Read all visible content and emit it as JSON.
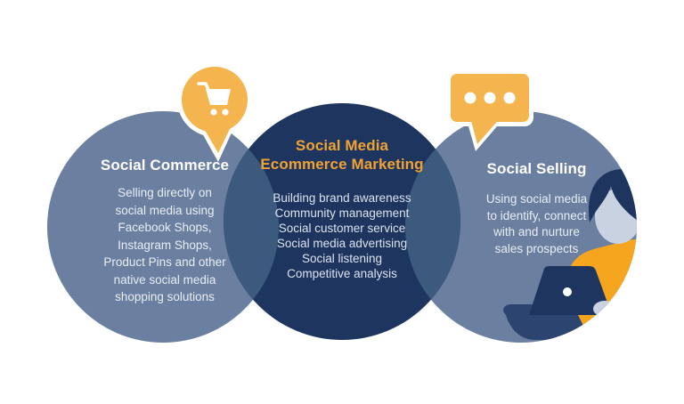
{
  "colors": {
    "side_circle": "#6B7FA0",
    "center_circle": "#1E355F",
    "overlap": "#3C597E",
    "bubble_yellow": "#F5B54E",
    "accent_orange": "#F0A232",
    "shirt_orange": "#F5A61E",
    "skin_light": "#C9D2E0",
    "detail_navy": "#1E355F",
    "leg_navy": "#2B4470",
    "white": "#FFFFFF"
  },
  "venn": {
    "left": {
      "title": "Social Commerce",
      "body": "Selling directly on\nsocial media using\nFacebook Shops,\nInstagram Shops,\nProduct Pins and other\nnative social media\nshopping solutions"
    },
    "center": {
      "title": "Social Media\nEcommerce Marketing",
      "body": "Building brand awareness\nCommunity management\nSocial customer service\nSocial media advertising\nSocial listening\nCompetitive analysis"
    },
    "right": {
      "title": "Social Selling",
      "body": "Using social media\nto identify, connect\nwith and nurture\nsales prospects"
    }
  },
  "icons": {
    "cart_bubble": "shopping-cart-icon",
    "chat_bubble": "chat-dots-icon",
    "person": "person-with-laptop-illustration"
  }
}
